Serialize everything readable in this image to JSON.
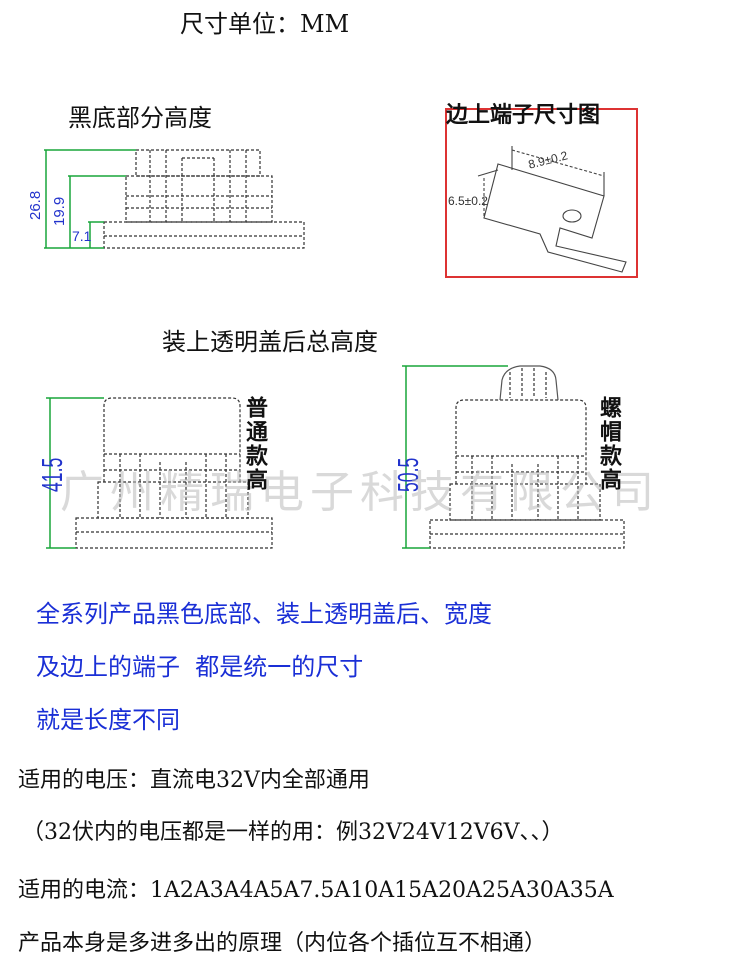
{
  "header": {
    "unit_title": "尺寸单位：MM"
  },
  "base_section": {
    "title": "黑底部分高度",
    "dims": [
      "26.8",
      "19.9",
      "7.1"
    ]
  },
  "terminal_section": {
    "title": "边上端子尺寸图",
    "width_label": "8.9±0.2",
    "height_label": "6.5±0.2"
  },
  "cap_section": {
    "title": "装上透明盖后总高度",
    "normal": {
      "height": "41.5",
      "label": "普通款高"
    },
    "nut": {
      "height": "50.5",
      "label": "螺帽款高"
    }
  },
  "watermark": "广州精瑞电子科技有限公司",
  "notes": [
    "全系列产品黑色底部、装上透明盖后、宽度",
    "及边上的端子  都是统一的尺寸",
    "就是长度不同"
  ],
  "specs": {
    "voltage": "适用的电压：直流电32V内全部通用",
    "voltage_note": "（32伏内的电压都是一样的用：例32V24V12V6V、、）",
    "current": "适用的电流：1A2A3A4A5A7.5A10A15A20A25A30A35A",
    "principle": "产品本身是多进多出的原理（内位各个插位互不相通）"
  },
  "colors": {
    "dimension_green": "#19a53a",
    "dimension_blue": "#2233cc",
    "note_blue": "#1a2fd6",
    "frame_red": "#dd3333"
  }
}
